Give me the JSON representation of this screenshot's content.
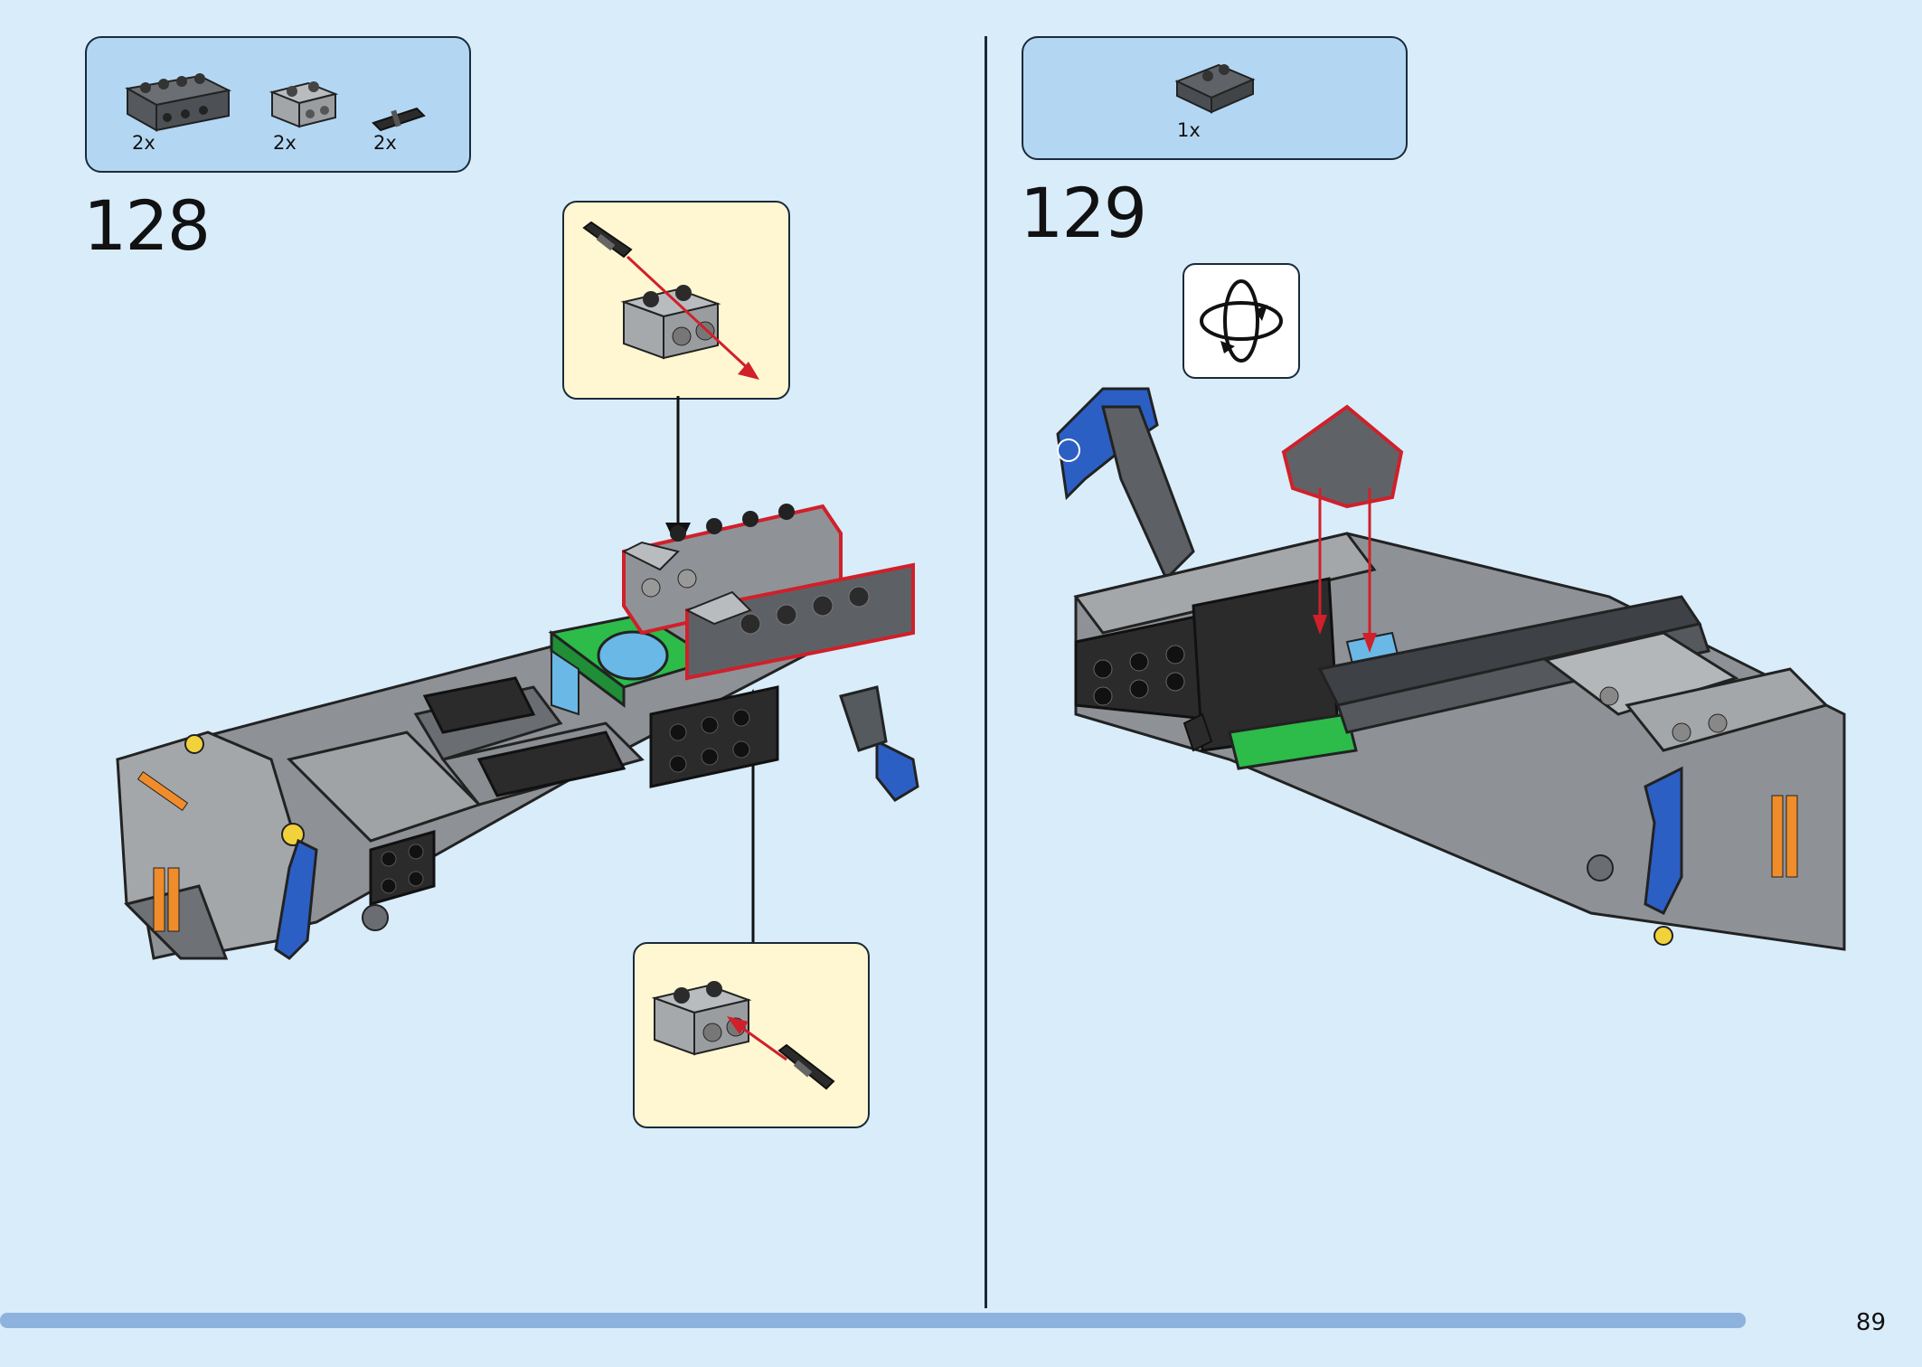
{
  "page": {
    "number": "89",
    "progress_fraction": 0.953
  },
  "step_128": {
    "number": "128",
    "parts": [
      {
        "qty": "2x",
        "icon": "dark-gray-technic-brick-1x4-icon"
      },
      {
        "qty": "2x",
        "icon": "light-gray-technic-brick-1x2-icon"
      },
      {
        "qty": "2x",
        "icon": "black-technic-pin-icon"
      }
    ],
    "callouts": [
      "pin-into-brick-top-callout",
      "pin-into-brick-bottom-callout"
    ]
  },
  "step_129": {
    "number": "129",
    "parts": [
      {
        "qty": "1x",
        "icon": "dark-gray-curved-slope-2x2-icon"
      }
    ],
    "rotate_icon": "rotate-model-icon"
  },
  "colors": {
    "background": "#d8ecfa",
    "parts_box": "#b3d7f3",
    "callout_box": "#fff7d1",
    "highlight": "#d0202a",
    "progress": "#8eb2de"
  }
}
